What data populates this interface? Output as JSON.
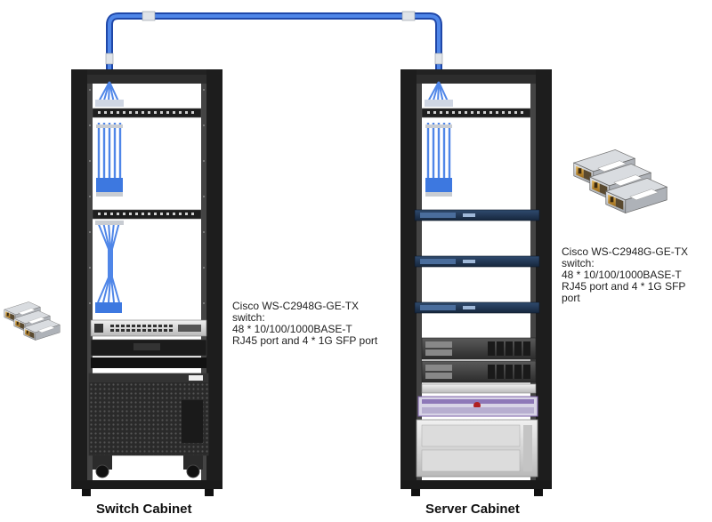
{
  "cabinets": {
    "left": {
      "caption": "Switch Cabinet"
    },
    "right": {
      "caption": "Server Cabinet"
    }
  },
  "descriptions": {
    "left": {
      "lines": [
        "Cisco WS-C2948G-GE-TX",
        "switch:",
        "48 * 10/100/1000BASE-T",
        "RJ45 port and 4 * 1G SFP port"
      ]
    },
    "right": {
      "lines": [
        "Cisco WS-C2948G-GE-TX",
        "switch:",
        "48 * 10/100/1000BASE-T",
        "RJ45 port and 4 * 1G SFP",
        "port"
      ]
    }
  },
  "colors": {
    "cable": "#3f6fd6",
    "cable_connector": "#d9dde3",
    "rack_frame": "#1c1c1c",
    "sfp_metal": "#b8bcc2",
    "sfp_gold": "#c8962e",
    "server_accent": "#7b5fa8"
  }
}
